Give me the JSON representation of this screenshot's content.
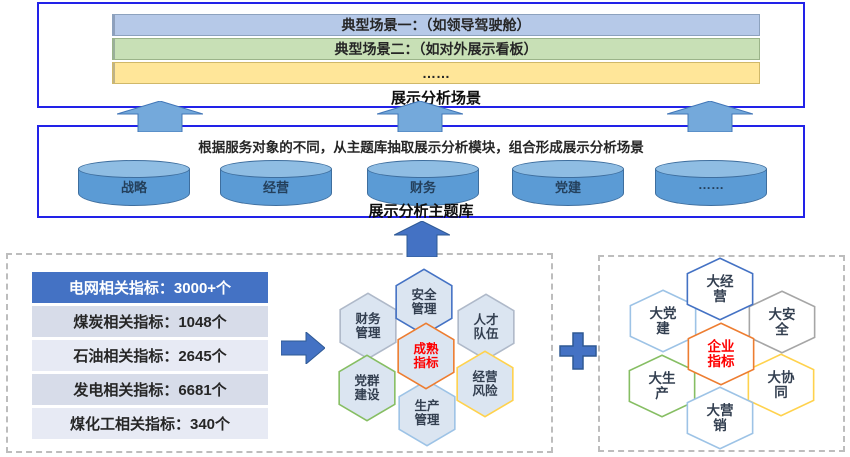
{
  "diagram": {
    "frame_color": "#2222E8",
    "scenario_section": {
      "caption": "展示分析场景",
      "bars": [
        {
          "label": "典型场景一：（如领导驾驶舱）",
          "bg": "#B6C9E8",
          "border": "#8DA2BE"
        },
        {
          "label": "典型场景二：（如对外展示看板）",
          "bg": "#C8E0B6",
          "border": "#9BB489"
        },
        {
          "label": "……",
          "bg": "#FFE699",
          "border": "#D0B869"
        }
      ]
    },
    "theme_section": {
      "description": "根据服务对象的不同，从主题库抽取展示分析模块，组合形成展示分析场景",
      "caption": "展示分析主题库",
      "cylinders": [
        {
          "label": "战略"
        },
        {
          "label": "经营"
        },
        {
          "label": "财务"
        },
        {
          "label": "党建"
        },
        {
          "label": "……"
        }
      ],
      "cylinder_colors": {
        "body": "#5B9BD5",
        "top": "#8FBDE3",
        "border": "#3E6E9E",
        "text": "#24405C"
      }
    },
    "indicator_list": {
      "rows": [
        {
          "label": "电网相关指标：3000+个",
          "bg": "#4472C4",
          "text": "#FFFFFF"
        },
        {
          "label": "煤炭相关指标：1048个",
          "bg": "#D7DCE9",
          "text": "#262626"
        },
        {
          "label": "石油相关指标：2645个",
          "bg": "#E7EAF4",
          "text": "#262626"
        },
        {
          "label": "发电相关指标：6681个",
          "bg": "#D7DCE9",
          "text": "#262626"
        },
        {
          "label": "煤化工相关指标：340个",
          "bg": "#E7EAF4",
          "text": "#262626"
        }
      ]
    },
    "left_cluster": {
      "fill": "#DBE5F1",
      "hexagons": [
        {
          "label": "财务管理",
          "border": "#AFB9C9"
        },
        {
          "label": "人才队伍",
          "border": "#AFB9C9"
        },
        {
          "label": "党群建设",
          "border": "#86BE63"
        },
        {
          "label": "经营风险",
          "border": "#FFD24D"
        },
        {
          "label": "安全管理",
          "border": "#4472C4"
        },
        {
          "label": "生产管理",
          "border": "#9DC3E6"
        },
        {
          "label": "成熟指标",
          "border": "#ED7D31",
          "text_color": "#FF0000"
        }
      ]
    },
    "right_cluster": {
      "fill": "#FFFFFF",
      "hexagons": [
        {
          "label": "大党建",
          "border": "#9DC3E6"
        },
        {
          "label": "大安全",
          "border": "#A6A6A6"
        },
        {
          "label": "大生产",
          "border": "#86BE63"
        },
        {
          "label": "大协同",
          "border": "#FFD24D"
        },
        {
          "label": "大经营",
          "border": "#4472C4"
        },
        {
          "label": "大营销",
          "border": "#9DC3E6"
        },
        {
          "label": "企业指标",
          "border": "#ED7D31",
          "text_color": "#FF0000"
        }
      ]
    },
    "arrows": {
      "flow_fill": "#74A9DB",
      "flow_stroke": "#4176B7",
      "solid_fill": "#4472C4",
      "solid_stroke": "#2E5994"
    }
  }
}
